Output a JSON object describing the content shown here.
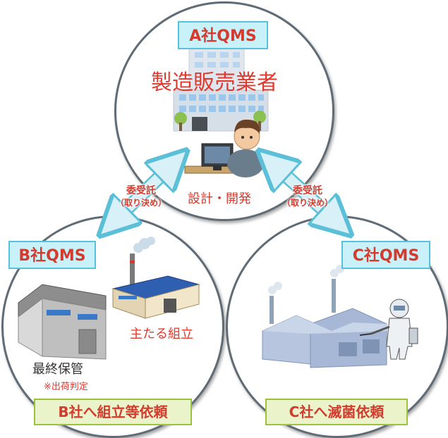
{
  "company_a": {
    "qms_label": "A社QMS",
    "role": "製造販売業者",
    "activity": "設計・開発"
  },
  "company_b": {
    "qms_label": "B社QMS",
    "assembly": "主たる組立",
    "storage": "最終保管",
    "note": "※出荷判定",
    "request": "B社へ組立等依頼"
  },
  "company_c": {
    "qms_label": "C社QMS",
    "request": "C社へ滅菌依頼"
  },
  "contract_left": {
    "line1": "委受託",
    "line2": "（取り決め）"
  },
  "contract_right": {
    "line1": "委受託",
    "line2": "（取り決め）"
  },
  "colors": {
    "qms_fill": "#c8f1f9",
    "qms_border": "#57c2dc",
    "request_fill": "#eaf3c9",
    "request_border": "#9dc23c",
    "label_red": "#d33b2e",
    "arrow_fill": "#d8f0f7",
    "arrow_border": "#5bbfd8"
  }
}
